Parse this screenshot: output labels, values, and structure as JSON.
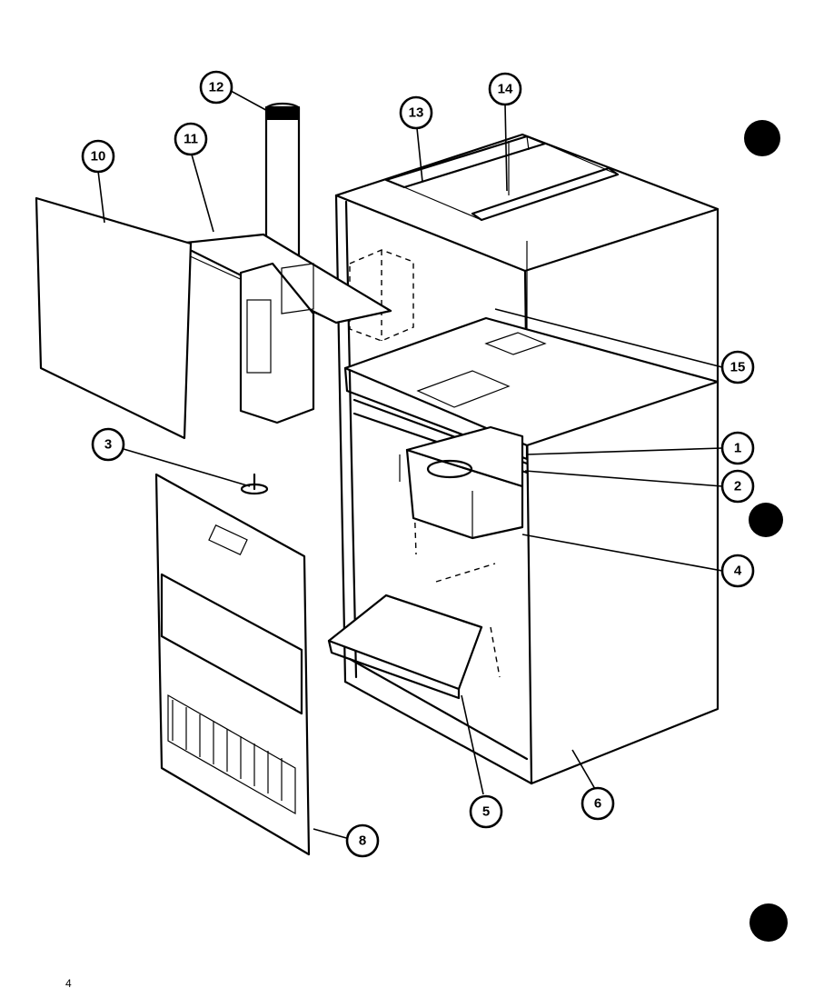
{
  "diagram": {
    "page_number": "4",
    "callouts": [
      {
        "id": "c1",
        "label": "1"
      },
      {
        "id": "c2",
        "label": "2"
      },
      {
        "id": "c3",
        "label": "3"
      },
      {
        "id": "c4",
        "label": "4"
      },
      {
        "id": "c5",
        "label": "5"
      },
      {
        "id": "c6",
        "label": "6"
      },
      {
        "id": "c8",
        "label": "8"
      },
      {
        "id": "c10",
        "label": "10"
      },
      {
        "id": "c11",
        "label": "11"
      },
      {
        "id": "c12",
        "label": "12"
      },
      {
        "id": "c13",
        "label": "13"
      },
      {
        "id": "c14",
        "label": "14"
      },
      {
        "id": "c15",
        "label": "15"
      }
    ]
  }
}
